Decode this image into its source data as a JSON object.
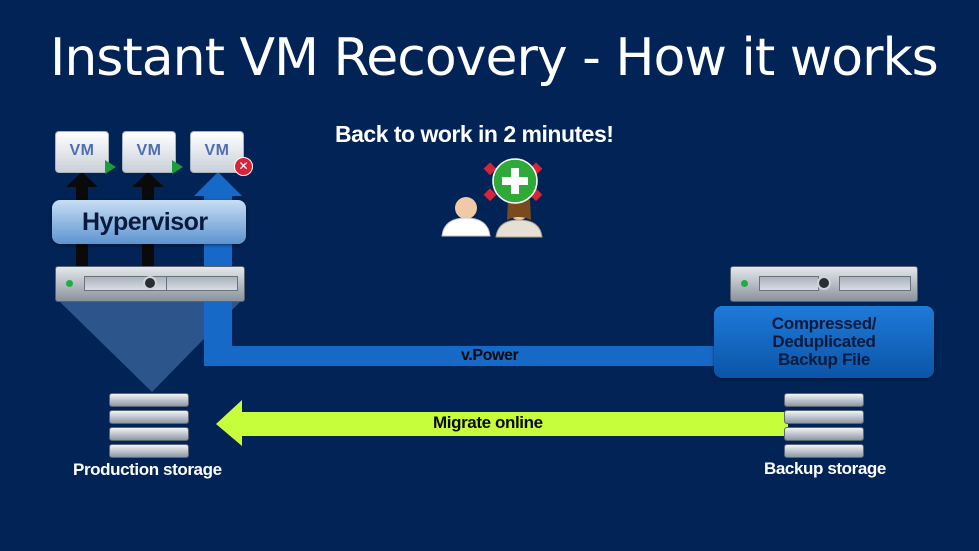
{
  "title": "Instant VM Recovery - How it works",
  "subtitle": "Back to work in 2 minutes!",
  "vms": [
    {
      "label": "VM",
      "state": "running"
    },
    {
      "label": "VM",
      "state": "running"
    },
    {
      "label": "VM",
      "state": "failed"
    }
  ],
  "hypervisor_label": "Hypervisor",
  "backup_file_lines": [
    "Compressed/",
    "Deduplicated",
    "Backup File"
  ],
  "vpower_label": "v.Power",
  "migrate_label": "Migrate online",
  "production_storage_label": "Production storage",
  "backup_storage_label": "Backup storage",
  "colors": {
    "background": "#012356",
    "vpower_arrow": "#1669c7",
    "migrate_arrow": "#c6fe3b",
    "play": "#1a9d3a",
    "fail": "#d8243a"
  }
}
